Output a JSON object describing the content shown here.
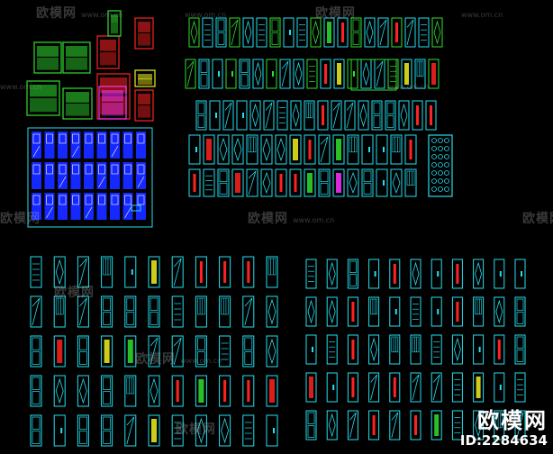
{
  "canvas": {
    "background": "#000000"
  },
  "palette": {
    "cyan": "#23e0f0",
    "red": "#ff2222",
    "green": "#30e030",
    "yellow": "#f0f020",
    "magenta": "#ff30ff",
    "blue": "#1428ff",
    "white": "#ffffff"
  },
  "watermarks": [
    {
      "text": "欧模网",
      "url": "www.om.cn"
    },
    {
      "text": "欧模网",
      "url": "www.om.cn"
    },
    {
      "text": "欧模网",
      "url": "www.om.cn"
    },
    {
      "text": "欧模网",
      "url": "www.om.cn"
    },
    {
      "text": "欧模网",
      "url": "www.om.cn"
    },
    {
      "text": "欧模网",
      "url": "www.om.cn"
    },
    {
      "text": "欧模网",
      "url": "www.om.cn"
    },
    {
      "text": "欧模网",
      "url": "www.om.cn"
    },
    {
      "text": "欧模网",
      "url": "www.om.cn"
    },
    {
      "text": "欧模网",
      "url": "www.om.cn"
    },
    {
      "text": "欧模网",
      "url": "www.om.cn"
    },
    {
      "text": "欧模网",
      "url": "www.om.cn"
    }
  ],
  "brand": {
    "name": "欧模网",
    "id": "ID:2284634"
  }
}
